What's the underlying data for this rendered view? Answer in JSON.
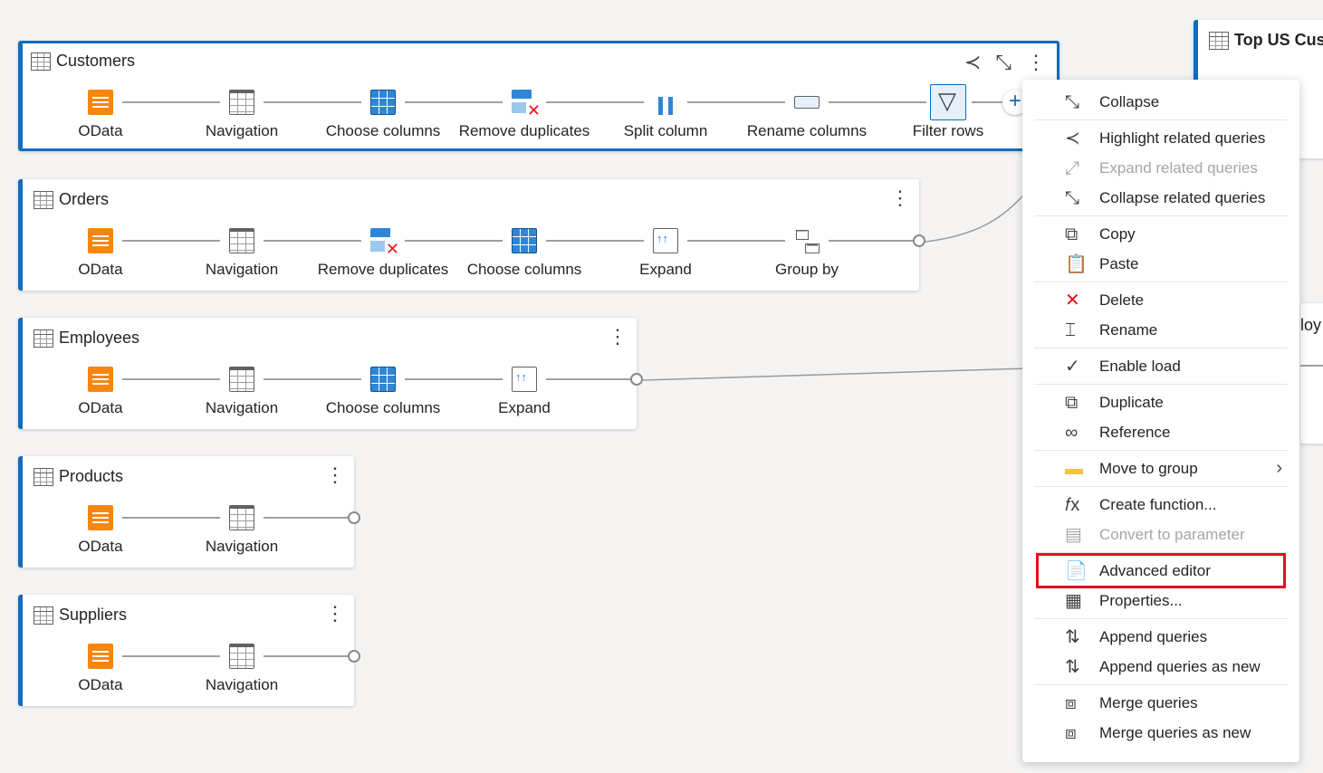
{
  "queries": [
    {
      "name": "Customers",
      "selected": true,
      "steps": [
        "OData",
        "Navigation",
        "Choose columns",
        "Remove duplicates",
        "Split column",
        "Rename columns",
        "Filter rows"
      ],
      "icons": [
        "odata",
        "nav",
        "choose",
        "remdup",
        "split",
        "rename",
        "filter"
      ]
    },
    {
      "name": "Orders",
      "steps": [
        "OData",
        "Navigation",
        "Remove duplicates",
        "Choose columns",
        "Expand",
        "Group by"
      ],
      "icons": [
        "odata",
        "nav",
        "remdup",
        "choose",
        "expand",
        "groupby"
      ]
    },
    {
      "name": "Employees",
      "steps": [
        "OData",
        "Navigation",
        "Choose columns",
        "Expand"
      ],
      "icons": [
        "odata",
        "nav",
        "choose",
        "expand"
      ]
    },
    {
      "name": "Products",
      "steps": [
        "OData",
        "Navigation"
      ],
      "icons": [
        "odata",
        "nav"
      ]
    },
    {
      "name": "Suppliers",
      "steps": [
        "OData",
        "Navigation"
      ],
      "icons": [
        "odata",
        "nav"
      ]
    }
  ],
  "background_cards": {
    "top_title": "Top US Cust",
    "mid_title": "loy"
  },
  "context_menu": {
    "groups": [
      [
        {
          "label": "Collapse",
          "icon": "collapse-icon",
          "glyph": "⤡"
        }
      ],
      [
        {
          "label": "Highlight related queries",
          "icon": "share-icon",
          "glyph": "≺"
        },
        {
          "label": "Expand related queries",
          "icon": "expand-icon",
          "glyph": "⤢",
          "disabled": true
        },
        {
          "label": "Collapse related queries",
          "icon": "collapse-icon",
          "glyph": "⤡"
        }
      ],
      [
        {
          "label": "Copy",
          "icon": "copy-icon",
          "glyph": "⧉"
        },
        {
          "label": "Paste",
          "icon": "paste-icon",
          "glyph": "📋"
        }
      ],
      [
        {
          "label": "Delete",
          "icon": "delete-icon",
          "glyph": "✕",
          "color": "#e3101c"
        },
        {
          "label": "Rename",
          "icon": "rename-icon",
          "glyph": "⌶"
        }
      ],
      [
        {
          "label": "Enable load",
          "icon": "checkmark-icon",
          "glyph": "✓",
          "checked": true
        }
      ],
      [
        {
          "label": "Duplicate",
          "icon": "duplicate-icon",
          "glyph": "⧉"
        },
        {
          "label": "Reference",
          "icon": "reference-icon",
          "glyph": "∞"
        }
      ],
      [
        {
          "label": "Move to group",
          "icon": "folder-icon",
          "glyph": "▬",
          "color": "#f5c242",
          "submenu": true
        }
      ],
      [
        {
          "label": "Create function...",
          "icon": "function-icon",
          "glyph": "𝑓x"
        },
        {
          "label": "Convert to parameter",
          "icon": "parameter-icon",
          "glyph": "▤",
          "disabled": true
        }
      ],
      [
        {
          "label": "Advanced editor",
          "icon": "advanced-editor-icon",
          "glyph": "📄",
          "highlighted": true
        },
        {
          "label": "Properties...",
          "icon": "properties-icon",
          "glyph": "▦"
        }
      ],
      [
        {
          "label": "Append queries",
          "icon": "append-icon",
          "glyph": "⇅"
        },
        {
          "label": "Append queries as new",
          "icon": "append-new-icon",
          "glyph": "⇅"
        }
      ],
      [
        {
          "label": "Merge queries",
          "icon": "merge-icon",
          "glyph": "⧈"
        },
        {
          "label": "Merge queries as new",
          "icon": "merge-new-icon",
          "glyph": "⧈"
        }
      ]
    ]
  },
  "colors": {
    "accent": "#0f6cbd",
    "highlight_box": "#e3101c",
    "odata": "#f7860f"
  }
}
